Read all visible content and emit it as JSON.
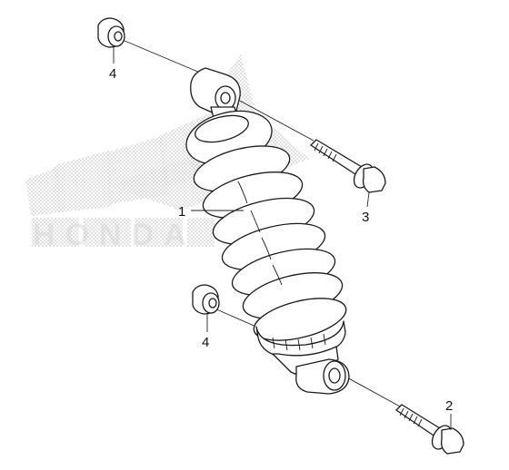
{
  "colors": {
    "line": "#1a1a1a",
    "fill": "#ffffff",
    "watermark": "#b4b4b4"
  },
  "watermark": {
    "text": "HONDA",
    "icon": "honda-wing-watermark-icon"
  },
  "callouts": [
    {
      "id": "shock",
      "label": "1"
    },
    {
      "id": "lower-bolt",
      "label": "2"
    },
    {
      "id": "upper-bolt",
      "label": "3"
    },
    {
      "id": "upper-nut",
      "label": "4"
    },
    {
      "id": "lower-nut",
      "label": "4"
    }
  ]
}
